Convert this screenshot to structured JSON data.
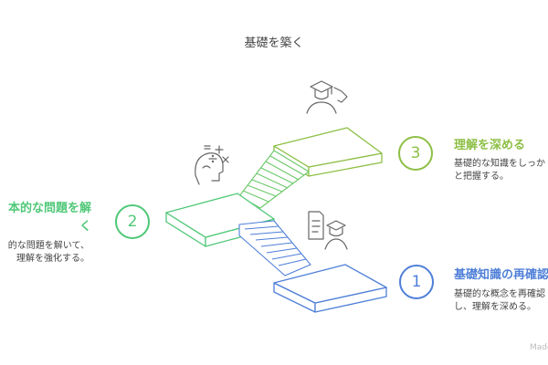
{
  "title": "基礎を築く",
  "colors": {
    "green": "#8dbf45",
    "mid_green": "#50c878",
    "blue": "#4f7fd8",
    "text": "#444444"
  },
  "steps": [
    {
      "number": "1",
      "heading": "基礎知識の再確認",
      "desc_line1": "基礎的な概念を再確認",
      "desc_line2": "し、理解を深める。",
      "icon": "document-student-icon"
    },
    {
      "number": "2",
      "heading_line1": "本的な問題を解",
      "heading_line2": "く",
      "desc_line1": "的な問題を解いて、",
      "desc_line2": "理解を強化する。",
      "icon": "math-thinking-icon"
    },
    {
      "number": "3",
      "heading": "理解を深める",
      "desc_line1": "基礎的な知識をしっか",
      "desc_line2": "と把握する。",
      "icon": "graduate-icon"
    }
  ],
  "watermark": "Made"
}
